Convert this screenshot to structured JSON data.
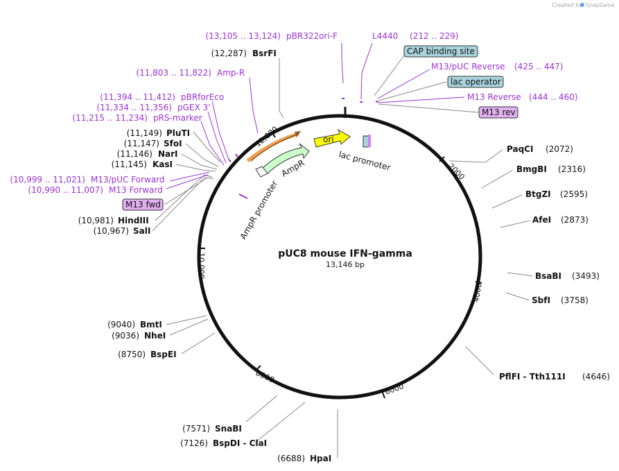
{
  "credit": {
    "prefix": "Created by",
    "brand": "SnapGene"
  },
  "plasmid": {
    "name": "pUC8 mouse IFN-gamma",
    "length": "13,146 bp"
  },
  "ticks": [
    "2000",
    "4000",
    "6000",
    "8000",
    "10,000",
    "12,000"
  ],
  "right_sites": [
    {
      "name": "PaqCI",
      "pos": "(2072)"
    },
    {
      "name": "BmgBI",
      "pos": "(2316)"
    },
    {
      "name": "BtgZI",
      "pos": "(2595)"
    },
    {
      "name": "AfeI",
      "pos": "(2873)"
    },
    {
      "name": "BsaBI",
      "pos": "(3493)"
    },
    {
      "name": "SbfI",
      "pos": "(3758)"
    },
    {
      "name": "PflFI - Tth111I",
      "pos": "(4646)"
    }
  ],
  "left_sites": [
    {
      "name": "BsrFI",
      "pos": "(12,287)"
    },
    {
      "name": "PluTI",
      "pos": "(11,149)"
    },
    {
      "name": "SfoI",
      "pos": "(11,147)"
    },
    {
      "name": "NarI",
      "pos": "(11,146)"
    },
    {
      "name": "KasI",
      "pos": "(11,145)"
    },
    {
      "name": "HindIII",
      "pos": "(10,981)"
    },
    {
      "name": "SalI",
      "pos": "(10,967)"
    },
    {
      "name": "BmtI",
      "pos": "(9040)"
    },
    {
      "name": "NheI",
      "pos": "(9036)"
    },
    {
      "name": "BspEI",
      "pos": "(8750)"
    },
    {
      "name": "SnaBI",
      "pos": "(7571)"
    },
    {
      "name": "BspDI - ClaI",
      "pos": "(7126)"
    },
    {
      "name": "HpaI",
      "pos": "(6688)"
    }
  ],
  "primers": [
    {
      "name": "pBR322ori-F",
      "range": "(13,105 .. 13,124)"
    },
    {
      "name": "L4440",
      "range": "(212 .. 229)"
    },
    {
      "name": "M13/pUC Reverse",
      "range": "(425 .. 447)"
    },
    {
      "name": "M13 Reverse",
      "range": "(444 .. 460)"
    },
    {
      "name": "Amp-R",
      "range": "(11,803 .. 11,822)"
    },
    {
      "name": "pBRforEco",
      "range": "(11,394 .. 11,412)"
    },
    {
      "name": "pGEX 3'",
      "range": "(11,334 .. 11,356)"
    },
    {
      "name": "pRS-marker",
      "range": "(11,215 .. 11,234)"
    },
    {
      "name": "M13/pUC Forward",
      "range": "(10,999 .. 11,021)"
    },
    {
      "name": "M13 Forward",
      "range": "(10,990 .. 11,007)"
    }
  ],
  "boxed_features": [
    {
      "name": "CAP binding site"
    },
    {
      "name": "lac operator"
    },
    {
      "name": "M13 rev"
    },
    {
      "name": "M13 fwd"
    }
  ],
  "inner_features": {
    "ori": "ori",
    "ampr": "AmpR",
    "ampr_promoter": "AmpR promoter",
    "lac_promoter": "lac promoter"
  },
  "colors": {
    "backbone": "#111111",
    "primer": "#9b30d9",
    "boxed_teal": "#a9d4dd",
    "boxed_pink": "#e0b0f0",
    "ori_yellow": "#ffff00",
    "ampr_green": "#ccffcc",
    "orange_arc": "#f0a050",
    "leader": "#888888"
  }
}
